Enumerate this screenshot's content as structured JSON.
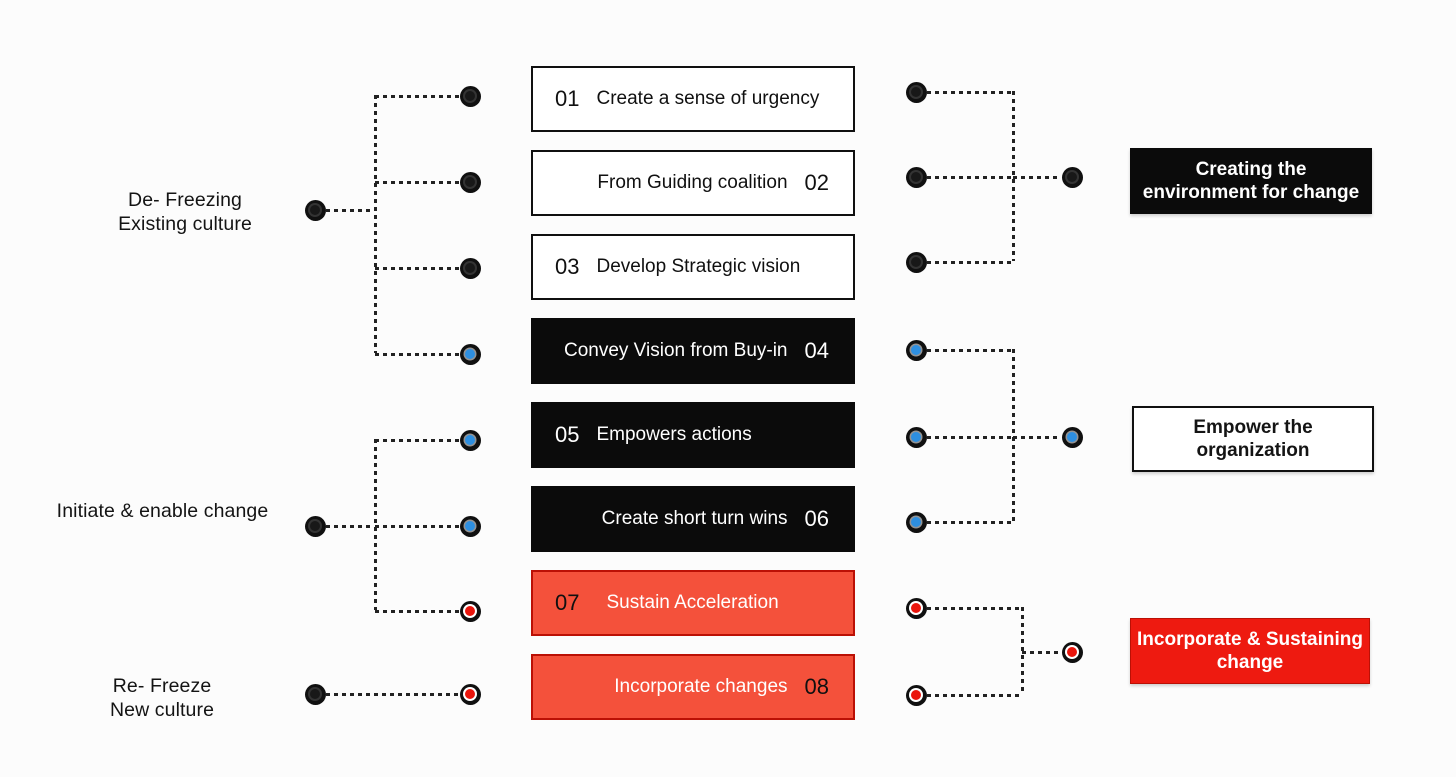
{
  "colors": {
    "bg": "#fcfcfc",
    "line": "#222222",
    "blue": "#2e8fe0",
    "red": "#ea150c",
    "box_red": "#f4513b",
    "box_red_border": "#bb1005",
    "banner_red": "#ee1a10"
  },
  "left_groups": [
    {
      "line1": "De- Freezing",
      "line2": "Existing culture"
    },
    {
      "line1": "Initiate & enable change",
      "line2": ""
    },
    {
      "line1": "Re- Freeze",
      "line2": "New culture"
    }
  ],
  "steps": [
    {
      "num": "01",
      "label": "Create a sense of urgency"
    },
    {
      "num": "02",
      "label": "From Guiding coalition"
    },
    {
      "num": "03",
      "label": "Develop Strategic vision"
    },
    {
      "num": "04",
      "label": "Convey Vision from Buy-in"
    },
    {
      "num": "05",
      "label": "Empowers actions"
    },
    {
      "num": "06",
      "label": "Create short turn wins"
    },
    {
      "num": "07",
      "label": "Sustain Acceleration"
    },
    {
      "num": "08",
      "label": "Incorporate changes"
    }
  ],
  "right_groups": [
    {
      "line1": "Creating the",
      "line2": "environment for change"
    },
    {
      "line1": "Empower the",
      "line2": "organization"
    },
    {
      "line1": "Incorporate & Sustaining",
      "line2": "change"
    }
  ]
}
